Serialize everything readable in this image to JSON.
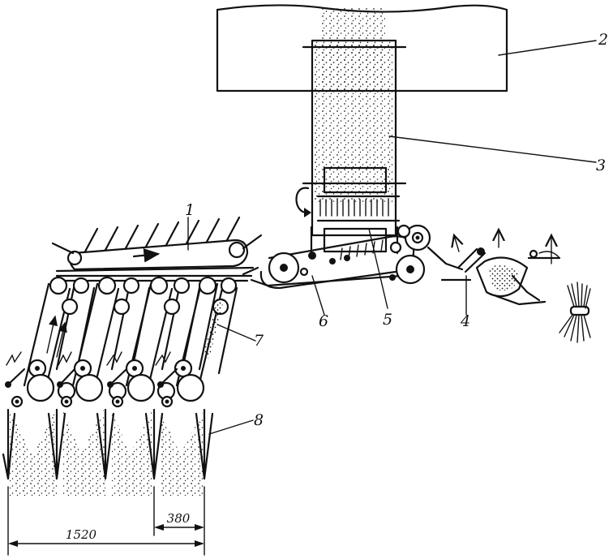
{
  "labels": {
    "feeder_conveyor": "1",
    "bunker": "2",
    "chute": "3",
    "knotter": "4",
    "compressing_chamber": "5",
    "belt_conveyor": "6",
    "header_conveyor": "7",
    "row_divider": "8"
  },
  "dimensions": {
    "total_width": "1520",
    "row_spacing": "380"
  }
}
